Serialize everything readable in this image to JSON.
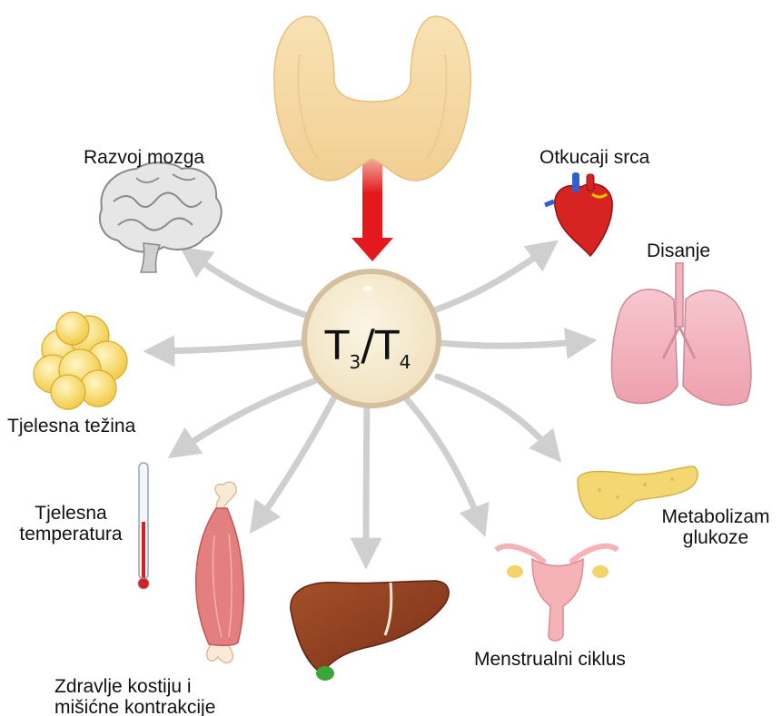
{
  "hub": {
    "t3_letter": "T",
    "t3_sub": "3",
    "slash": "/",
    "t4_letter": "T",
    "t4_sub": "4",
    "fill": "#f7ecd2",
    "ring": "#cdb99a"
  },
  "labels": {
    "brain": "Razvoj mozga",
    "heart": "Otkucaji srca",
    "lungs": "Disanje",
    "weight": "Tjelesna težina",
    "temperature_line1": "Tjelesna",
    "temperature_line2": "temperatura",
    "glucose_line1": "Metabolizam",
    "glucose_line2": "glukoze",
    "menstrual": "Menstrualni ciklus",
    "bones_line1": "Zdravlje kostiju i",
    "bones_line2": "mišićne kontrakcije"
  },
  "colors": {
    "thyroid": "#f5d9a4",
    "thyroid_arrow": "#e3191e",
    "effect_arrows": "#cfcfcf",
    "liver": "#8f3d1e",
    "lungs": "#f2b3bd",
    "heart": "#d82323",
    "fat": "#f4d35e",
    "pancreas": "#f3d872",
    "uterus": "#f5b3b8",
    "muscle": "#e47f7f",
    "brain": "#e5e5e5"
  },
  "icons": [
    "thyroid-gland-icon",
    "brain-icon",
    "heart-icon",
    "lungs-icon",
    "fat-cells-icon",
    "thermometer-icon",
    "muscle-bone-icon",
    "liver-icon",
    "uterus-icon",
    "pancreas-icon"
  ]
}
